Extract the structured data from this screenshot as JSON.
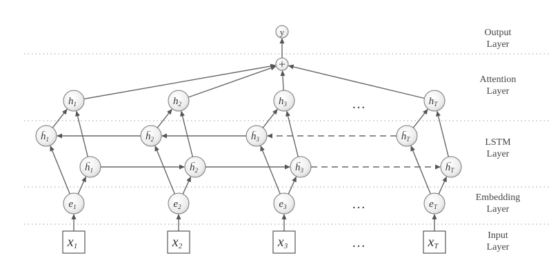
{
  "layers": {
    "output": [
      "Output",
      "Layer"
    ],
    "attention": [
      "Attention",
      "Layer"
    ],
    "lstm": [
      "LSTM",
      "Layer"
    ],
    "embedding": [
      "Embedding",
      "Layer"
    ],
    "input": [
      "Input",
      "Layer"
    ]
  },
  "output_node": "y",
  "combine_symbol": "+",
  "ellipsis": "…",
  "columns": [
    {
      "sub": "1"
    },
    {
      "sub": "2"
    },
    {
      "sub": "3"
    },
    {
      "sub": "T"
    }
  ],
  "symbols": {
    "x": "x",
    "e": "e",
    "h": "h",
    "back_arrow": "←",
    "fwd_arrow": "→"
  }
}
